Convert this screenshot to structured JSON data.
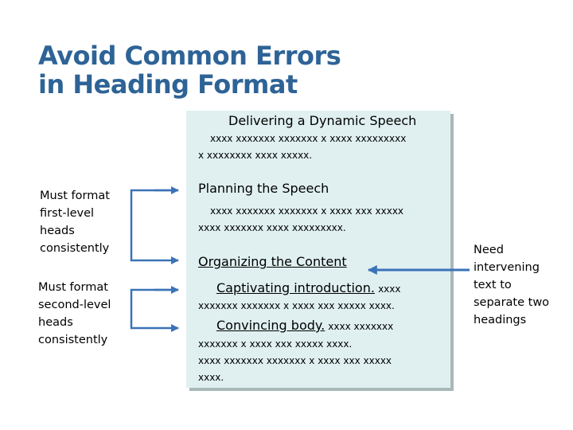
{
  "title": {
    "line1": "Avoid Common Errors",
    "line2": "in Heading Format"
  },
  "sample": {
    "doc_title": "Delivering a Dynamic Speech",
    "intro_line1": "xxxx xxxxxxx  xxxxxxx x  xxxx  xxxxxxxxx",
    "intro_line2": "x xxxxxxxx xxxx  xxxxx.",
    "head1_planning": "Planning the Speech",
    "planning_line1": "xxxx xxxxxxx  xxxxxxx x   xxxx  xxx  xxxxx",
    "planning_line2": "xxxx xxxxxxx xxxx xxxxxxxxx.",
    "head1_organizing": "Organizing the Content",
    "head2_captivating": "Captivating introduction.",
    "captivating_tail": "xxxx",
    "captivating_line2": "xxxxxxx   xxxxxxx x  xxxx  xxx  xxxxx xxxx.",
    "head2_convincing": "Convincing body.",
    "convincing_tail": "xxxx xxxxxxx",
    "convincing_line2": "xxxxxxx x   xxxx  xxx  xxxxx xxxx.",
    "convincing_line3": "xxxx xxxxxxx   xxxxxxx x   xxxx  xxx  xxxxx",
    "convincing_line4": "xxxx."
  },
  "callouts": {
    "first_level": [
      "Must format",
      "first-level",
      "heads",
      "consistently"
    ],
    "second_level": [
      "Must format",
      "second-level",
      "heads",
      "consistently"
    ],
    "intervening": [
      "Need",
      "intervening",
      "text to",
      "separate two",
      "headings"
    ]
  },
  "colors": {
    "title": "#2e6396",
    "arrow": "#3a73b8",
    "doc_background": "#e0f0f0",
    "doc_shadow": "#a9b8b8"
  }
}
